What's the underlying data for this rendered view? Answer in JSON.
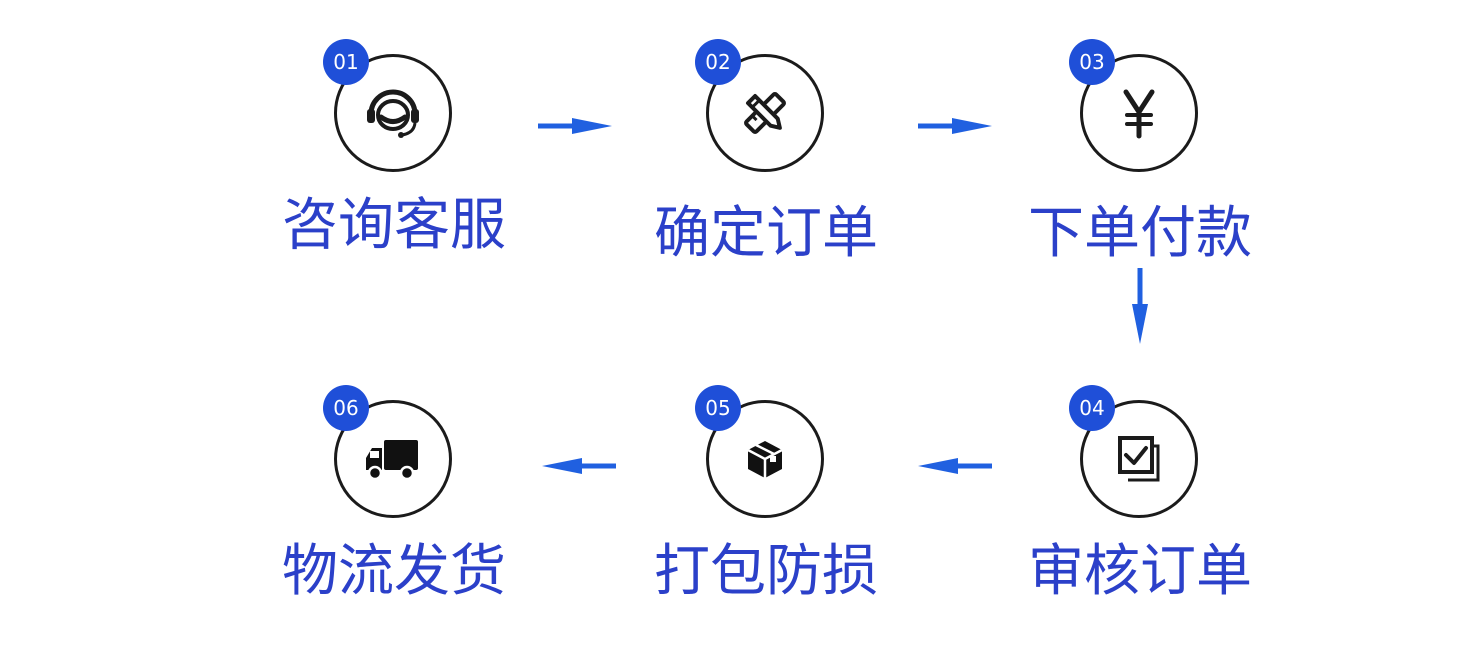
{
  "steps": [
    {
      "number": "01",
      "label": "咨询客服",
      "icon": "customer-service-headset"
    },
    {
      "number": "02",
      "label": "确定订单",
      "icon": "pencil-ruler"
    },
    {
      "number": "03",
      "label": "下单付款",
      "icon": "yen-symbol"
    },
    {
      "number": "04",
      "label": "审核订单",
      "icon": "checkbox"
    },
    {
      "number": "05",
      "label": "打包防损",
      "icon": "package-box"
    },
    {
      "number": "06",
      "label": "物流发货",
      "icon": "delivery-truck"
    }
  ],
  "colors": {
    "badge": "#1f4fd8",
    "label": "#2b40c9",
    "arrow": "#2060e0",
    "circle_border": "#1b1b1b"
  }
}
